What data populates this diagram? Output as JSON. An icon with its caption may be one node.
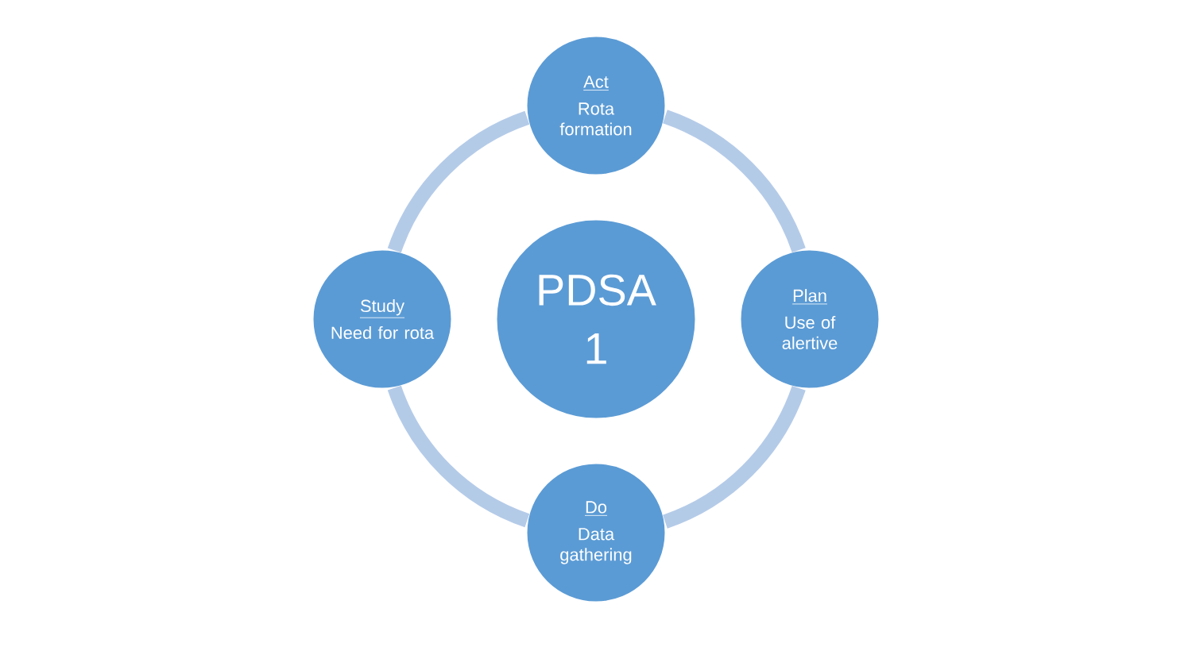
{
  "diagram": {
    "nodes": [
      {
        "text": [
          "Act",
          "Rota formation"
        ]
      },
      {
        "text": [
          "Study",
          "Need for rota"
        ]
      },
      {
        "text": [
          "PDSA 1"
        ]
      },
      {
        "text": [
          "Plan",
          "Use of alertive"
        ]
      },
      {
        "text": [
          "Do",
          "Data gathering"
        ]
      }
    ],
    "edges": [
      {
        "from": 0,
        "to": 3,
        "arrow": "none"
      },
      {
        "from": 3,
        "to": 4,
        "arrow": "none"
      },
      {
        "from": 4,
        "to": 1,
        "arrow": "none"
      },
      {
        "from": 1,
        "to": 0,
        "arrow": "none"
      }
    ]
  }
}
